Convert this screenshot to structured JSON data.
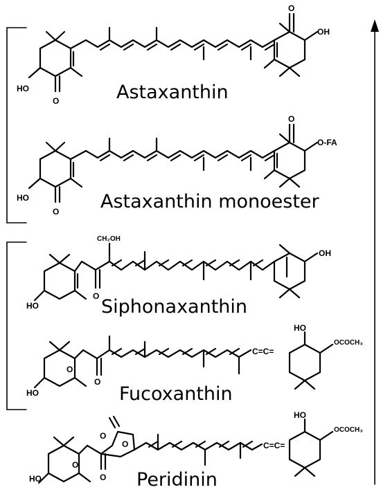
{
  "compounds": [
    {
      "name": "Astaxanthin",
      "labels": {
        "hydroxy_left": "HO",
        "keto_left": "O",
        "keto_right": "O",
        "hydroxy_right": "OH"
      }
    },
    {
      "name": "Astaxanthin monoester",
      "labels": {
        "hydroxy_left": "HO",
        "keto_left": "O",
        "keto_right": "O",
        "ester_right": "O-FA"
      }
    },
    {
      "name": "Siphonaxanthin",
      "labels": {
        "hydroxymethyl": "CH₂OH",
        "hydroxy_left": "HO",
        "keto": "O",
        "hydroxy_right": "OH"
      }
    },
    {
      "name": "Fucoxanthin",
      "labels": {
        "hydroxy_left": "HO",
        "epoxide": "O",
        "keto": "O",
        "allene": "C=C=",
        "hydroxy_right": "HO",
        "acetate": "OCOCH₃"
      }
    },
    {
      "name": "Peridinin",
      "labels": {
        "lactone_keto": "O",
        "lactone_o": "O",
        "epoxide": "O",
        "keto": "O",
        "hydroxy_left": "HO",
        "allene": "C=C=",
        "hydroxy_right": "HO",
        "acetate": "OCOCH₃"
      }
    }
  ]
}
